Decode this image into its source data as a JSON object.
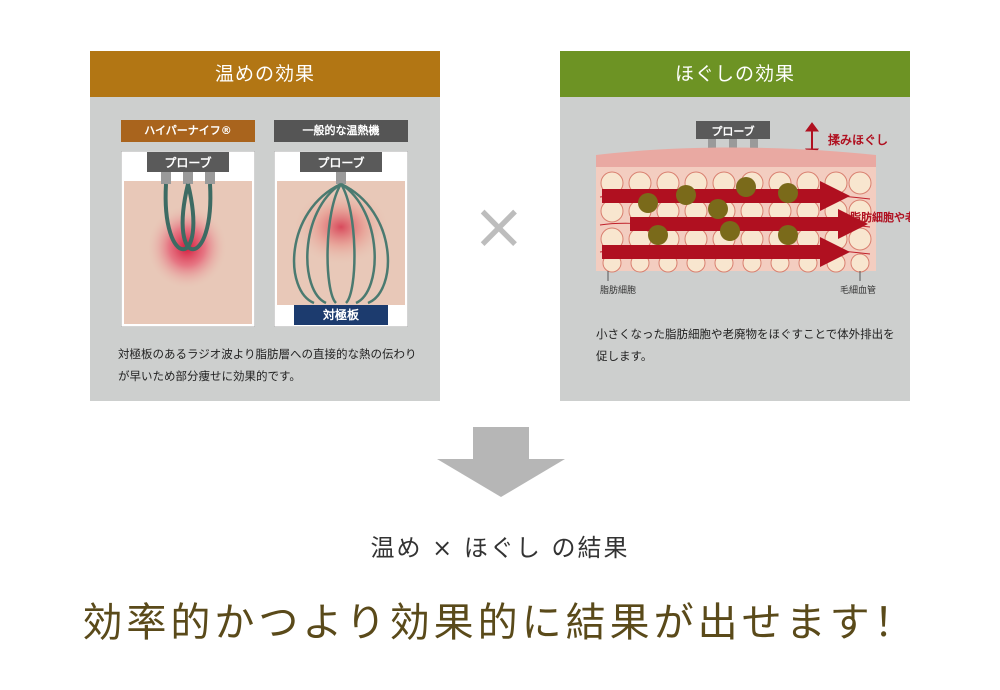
{
  "left_panel": {
    "title": "温めの効果",
    "hyper_label": "ハイパーナイフ®",
    "general_label": "一般的な温熱機",
    "probe_label": "プローブ",
    "plate_label": "対極板",
    "description": "対極板のあるラジオ波より脂肪層への直接的な熱の伝わりが早いため部分痩せに効果的です。",
    "colors": {
      "header": "#b27614",
      "hyper": "#a9641d",
      "general": "#555555"
    }
  },
  "right_panel": {
    "title": "ほぐしの効果",
    "probe_label": "プローブ",
    "massage_label": "揉みほぐし",
    "excrete_label": "脂肪細胞や老廃物を排出",
    "fat_cell_label": "脂肪細胞",
    "capillary_label": "毛細血管",
    "description": "小さくなった脂肪細胞や老廃物をほぐすことで体外排出を促します。",
    "colors": {
      "header": "#6d9324",
      "arrow": "#b01020"
    }
  },
  "multiply_symbol": "×",
  "result": {
    "subtitle": "温め × ほぐし の結果",
    "headline": "効率的かつより効果的に結果が出せます！"
  }
}
